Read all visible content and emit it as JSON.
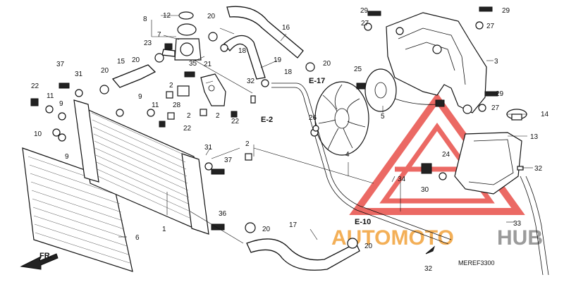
{
  "diagram_code": "MEREF3300",
  "front_indicator": "FR.",
  "section_refs": [
    "E-17",
    "E-2",
    "E-10"
  ],
  "watermark": {
    "word_left": "AUTOMOTO",
    "word_right": "HUB",
    "color_orange": "#f2a23a",
    "color_gray": "#8a8a8a",
    "color_triangle": "#e8504a"
  },
  "callouts": {
    "n1": "1",
    "n2": "2",
    "n3": "3",
    "n4": "4",
    "n5": "5",
    "n6": "6",
    "n7": "7",
    "n8": "8",
    "n9": "9",
    "n10": "10",
    "n11": "11",
    "n12": "12",
    "n13": "13",
    "n14": "14",
    "n15": "15",
    "n16": "16",
    "n17": "17",
    "n18": "18",
    "n19": "19",
    "n20": "20",
    "n21": "21",
    "n22": "22",
    "n23": "23",
    "n24": "24",
    "n25": "25",
    "n26": "26",
    "n27": "27",
    "n28": "28",
    "n29": "29",
    "n30": "30",
    "n31": "31",
    "n32": "32",
    "n33": "33",
    "n34": "34",
    "n35": "35",
    "n36": "36",
    "n37": "37"
  }
}
